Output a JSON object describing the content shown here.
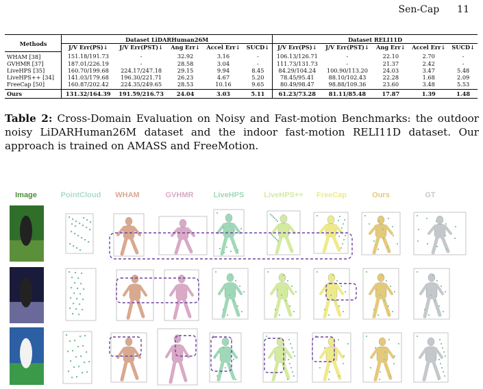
{
  "header": {
    "running_title": "Sen-Cap",
    "page_number": "11"
  },
  "table": {
    "col_methods": "Methods",
    "group1": "Dataset LiDARHuman26M",
    "group2": "Dataset RELI11D",
    "subcols": [
      "J/V Err(PS)↓",
      "J/V Err(PST)↓",
      "Ang Err↓",
      "Accel Err↓",
      "SUCD↓"
    ],
    "rows": [
      {
        "method": "WHAM [38]",
        "a": [
          "151.18/191.73",
          "-",
          "32.92",
          "3.16",
          "-"
        ],
        "b": [
          "106.13/126.71",
          "-",
          "22.10",
          "2.70",
          "-"
        ]
      },
      {
        "method": "GVHMR [37]",
        "a": [
          "187.01/226.19",
          "-",
          "28.58",
          "3.04",
          "-"
        ],
        "b": [
          "111.73/131.73",
          "-",
          "21.37",
          "2.42",
          "-"
        ]
      },
      {
        "method": "LiveHPS [35]",
        "a": [
          "160.70/199.68",
          "224.17/247.18",
          "29.15",
          "9.94",
          "8.45"
        ],
        "b": [
          "84.29/104.24",
          "100.90/113.20",
          "24.03",
          "3.47",
          "5.48"
        ]
      },
      {
        "method": "LiveHPS++ [34]",
        "a": [
          "141.03/179.68",
          "196.30/221.71",
          "26.23",
          "4.67",
          "5.20"
        ],
        "b": [
          "78.45/95.41",
          "88.10/102.43",
          "22.28",
          "1.68",
          "2.09"
        ]
      },
      {
        "method": "FreeCap [50]",
        "a": [
          "160.87/202.42",
          "224.35/249.65",
          "28.53",
          "10.16",
          "9.65"
        ],
        "b": [
          "80.49/98.47",
          "98.88/109.36",
          "23.60",
          "3.48",
          "5.53"
        ]
      }
    ],
    "ours": {
      "method": "Ours",
      "a": [
        "131.32/164.39",
        "191.59/216.73",
        "24.04",
        "3.03",
        "5.11"
      ],
      "b": [
        "61.23/73.28",
        "81.11/85.48",
        "17.87",
        "1.39",
        "1.48"
      ]
    }
  },
  "caption": {
    "label": "Table 2:",
    "text": " Cross-Domain Evaluation on Noisy and Fast-motion Benchmarks: the outdoor noisy LiDARHuman26M dataset and the indoor fast-motion RELI11D dataset. Our approach is trained on AMASS and FreeMotion."
  },
  "figure": {
    "columns": [
      {
        "label": "Image",
        "color": "#4f8f3a"
      },
      {
        "label": "PointCloud",
        "color": "#a9dcc6"
      },
      {
        "label": "WHAM",
        "color": "#d9a88e"
      },
      {
        "label": "GVHMR",
        "color": "#d9a9c6"
      },
      {
        "label": "LiveHPS",
        "color": "#9fd8b8"
      },
      {
        "label": "LiveHPS++",
        "color": "#d4eaa0"
      },
      {
        "label": "FreeCap",
        "color": "#eeea8c"
      },
      {
        "label": "Ours",
        "color": "#e4c97a"
      },
      {
        "label": "GT",
        "color": "#c4c8cc"
      }
    ]
  }
}
